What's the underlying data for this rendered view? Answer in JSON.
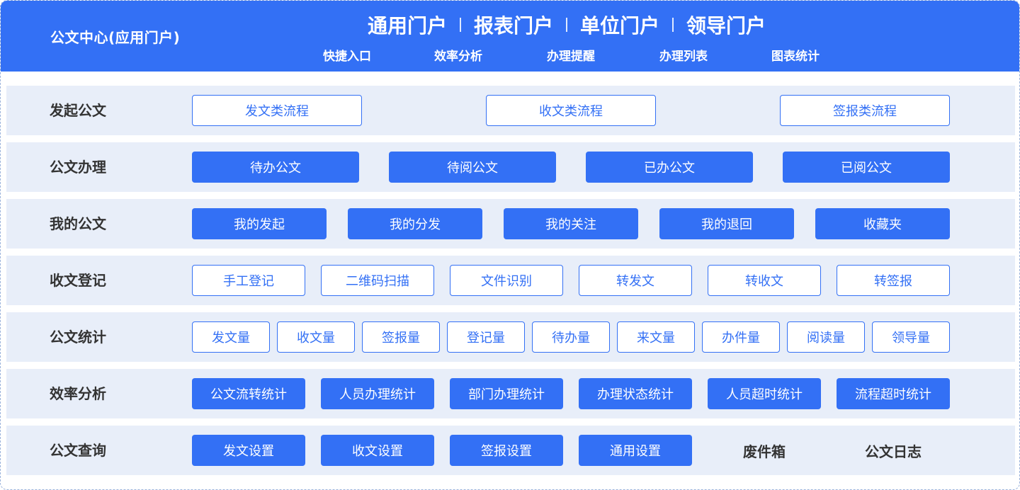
{
  "header": {
    "app_title": "公文中心(应用门户)",
    "portals": [
      "通用门户",
      "报表门户",
      "单位门户",
      "领导门户"
    ],
    "quick_nav": [
      "快捷入口",
      "效率分析",
      "办理提醒",
      "办理列表",
      "图表统计"
    ]
  },
  "colors": {
    "primary": "#3370f5",
    "row_bg": "#e8eef9",
    "label": "#333333"
  },
  "rows": [
    {
      "label": "发起公文",
      "style": "outline",
      "buttons": [
        "发文类流程",
        "收文类流程",
        "签报类流程"
      ]
    },
    {
      "label": "公文办理",
      "style": "solid",
      "buttons": [
        "待办公文",
        "待阅公文",
        "已办公文",
        "已阅公文"
      ]
    },
    {
      "label": "我的公文",
      "style": "solid",
      "buttons": [
        "我的发起",
        "我的分发",
        "我的关注",
        "我的退回",
        "收藏夹"
      ]
    },
    {
      "label": "收文登记",
      "style": "outline",
      "buttons": [
        "手工登记",
        "二维码扫描",
        "文件识别",
        "转发文",
        "转收文",
        "转签报"
      ]
    },
    {
      "label": "公文统计",
      "style": "outline",
      "buttons": [
        "发文量",
        "收文量",
        "签报量",
        "登记量",
        "待办量",
        "来文量",
        "办件量",
        "阅读量",
        "领导量"
      ]
    },
    {
      "label": "效率分析",
      "style": "solid",
      "buttons": [
        "公文流转统计",
        "人员办理统计",
        "部门办理统计",
        "办理状态统计",
        "人员超时统计",
        "流程超时统计"
      ]
    },
    {
      "label": "公文查询",
      "style": "solid",
      "buttons": [
        "发文设置",
        "收文设置",
        "签报设置",
        "通用设置"
      ],
      "text_items": [
        "废件箱",
        "公文日志"
      ]
    }
  ]
}
